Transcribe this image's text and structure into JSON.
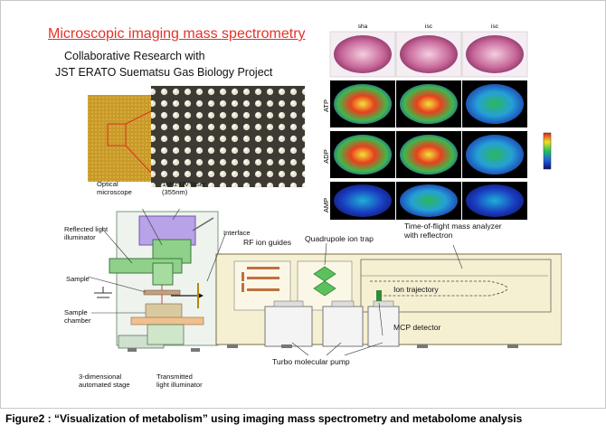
{
  "header": {
    "title": "Microscopic imaging mass spectrometry",
    "subtitle_line1": "Collaborative Research with",
    "subtitle_line2": "JST ERATO Suematsu Gas Biology Project"
  },
  "brain_panel": {
    "columns": [
      "sha",
      "isc",
      "isc"
    ],
    "rows": [
      "ATP",
      "ADP",
      "AMP"
    ]
  },
  "instrument_labels": {
    "optical_microscope": "Optical\nmicroscope",
    "uv_laser": "1kHz UV laser\n(355nm)",
    "reflected_light": "Reflected light\nilluminator",
    "interface": "Interface",
    "sample": "Sample",
    "sample_chamber": "Sample\nchamber",
    "stage": "3-dimensional\nautomated stage",
    "transmitted_light": "Transmitted\nlight illuminator",
    "rf_ion_guides": "RF ion guides",
    "quadrupole": "Quadrupole ion trap",
    "tof": "Time-of-flight mass analyzer\nwith reflectron",
    "ion_trajectory": "Ion trajectory",
    "mcp": "MCP detector",
    "turbo_pump": "Turbo molecular pump"
  },
  "caption": "Figure2 : “Visualization of metabolism” using imaging mass spectrometry and metabolome analysis",
  "colors": {
    "title_red": "#e4332a",
    "instrument_body": "#f6f0d2",
    "microscope_green": "#8fd08a",
    "laser_purple": "#b8a3e8",
    "detector_green": "#2f8a3a"
  }
}
